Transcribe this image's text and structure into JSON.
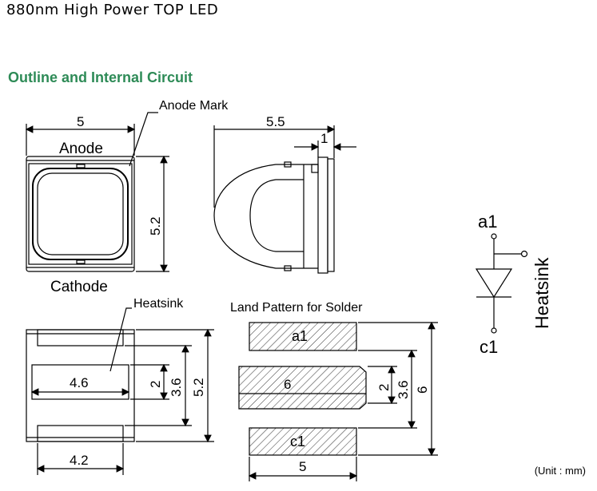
{
  "title": "880nm High Power TOP LED",
  "section_title": "Outline and Internal Circuit",
  "unit_note": "(Unit : mm)",
  "top_view": {
    "width_dim": "5",
    "height_dim": "5.2",
    "anode_label": "Anode",
    "cathode_label": "Cathode",
    "anode_mark_label": "Anode Mark"
  },
  "side_view": {
    "depth_dim": "5.5",
    "lead_dim": "1"
  },
  "bottom_view": {
    "heatsink_label": "Heatsink",
    "pad_width_dim": "4.6",
    "pad_height_dim": "2",
    "inner_height_dim": "3.6",
    "outer_height_dim": "5.2",
    "lead_width_dim": "4.2"
  },
  "land_pattern": {
    "title": "Land Pattern for Solder",
    "pad_a_label": "a1",
    "pad_center_label": "6",
    "pad_c_label": "c1",
    "width_dim": "5",
    "dim_2": "2",
    "dim_3_6": "3.6",
    "dim_6": "6"
  },
  "circuit": {
    "anode_label": "a1",
    "cathode_label": "c1",
    "heatsink_label": "Heatsink"
  }
}
